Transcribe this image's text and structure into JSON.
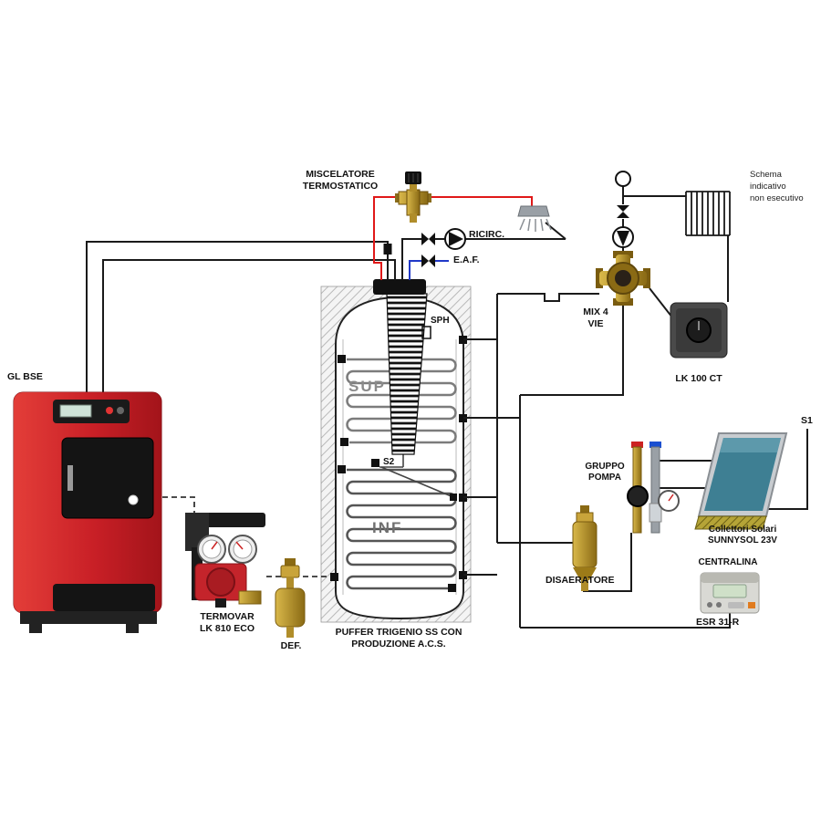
{
  "colors": {
    "boiler_red": "#c81f26",
    "hot_pipe": "#e01818",
    "cold_pipe": "#2038c8",
    "black_pipe": "#1a1a1a",
    "brass": "#b08d2a",
    "solar_glass": "#3e7f93",
    "pump_red": "#c4242b"
  },
  "components": {
    "note": {
      "label": "Schema indicativo\nnon esecutivo"
    },
    "boiler": {
      "label": "GL BSE"
    },
    "mixer": {
      "label": "MISCELATORE\nTERMOSTATICO"
    },
    "ricirc": {
      "label": "RICIRC."
    },
    "eaf": {
      "label": "E.A.F."
    },
    "mix_valve": {
      "label": "MIX 4\nVIE"
    },
    "actuator": {
      "label": "LK 100 CT"
    },
    "tank": {
      "label": "PUFFER TRIGENIO SS CON\nPRODUZIONE A.C.S.",
      "sensor_sph": "SPH",
      "sensor_s2": "S2",
      "coil_sup": "SUP",
      "coil_inf": "INF"
    },
    "loading_unit": {
      "label": "TERMOVAR\nLK 810 ECO"
    },
    "air_separator": {
      "label": "DEF."
    },
    "solar_pump_group": {
      "label": "GRUPPO\nPOMPA"
    },
    "deaerator": {
      "label": "DISAERATORE"
    },
    "solar_collector": {
      "label": "Collettori Solari\nSUNNYSOL 23V"
    },
    "controller": {
      "label": "CENTRALINA",
      "model": "ESR 31-R"
    },
    "sensor_s1": {
      "label": "S1"
    }
  }
}
